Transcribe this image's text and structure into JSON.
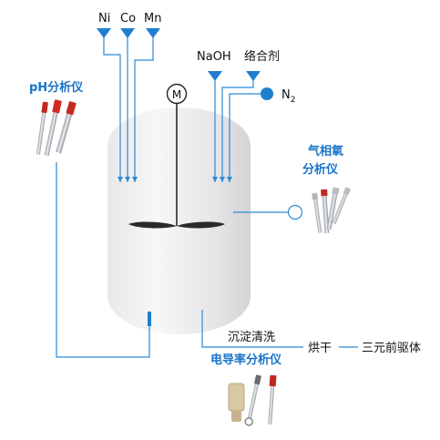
{
  "colors": {
    "line": "#2a8ad6",
    "vessel_light": "#f5f5f6",
    "vessel_dark": "#d7d7da",
    "accent_text": "#1a73c8"
  },
  "feeds": {
    "metals": [
      "Ni",
      "Co",
      "Mn"
    ],
    "naoh": "NaOH",
    "complexing": "络合剂",
    "n2_main": "N",
    "n2_sub": "2"
  },
  "motor": {
    "label": "M"
  },
  "analyzers": {
    "ph_title": "pH分析仪",
    "oxygen_title_line1": "气相氧",
    "oxygen_title_line2": "分析仪",
    "conductivity_title": "电导率分析仪"
  },
  "process": {
    "wash": "沉淀清洗",
    "dry": "烘干",
    "product": "三元前驱体"
  },
  "icons": {
    "ph_probes": "ph-probes-icon",
    "oxygen_probes": "oxygen-probes-icon",
    "conductivity_probes": "conductivity-probes-icon",
    "motor": "motor-icon",
    "valve": "triangle-valve-icon",
    "gas_inlet": "gas-inlet-icon"
  }
}
